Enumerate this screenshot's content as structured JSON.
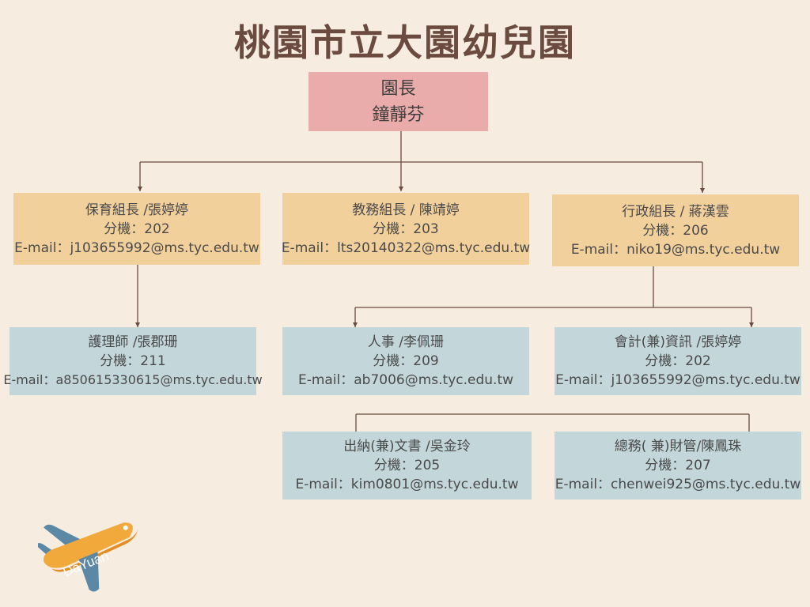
{
  "title": "桃園市立大園幼兒園",
  "director": {
    "role": "園長",
    "name": "鐘靜芬"
  },
  "managers": [
    {
      "title": "保育組長 /張婷婷",
      "ext": "分機：202",
      "email": "E-mail：j103655992@ms.tyc.edu.tw"
    },
    {
      "title": "教務組長 / 陳靖婷",
      "ext": "分機：203",
      "email": "E-mail：lts20140322@ms.tyc.edu.tw"
    },
    {
      "title": "行政組長 / 蔣漢雲",
      "ext": "分機：206",
      "email": "E-mail：niko19@ms.tyc.edu.tw"
    }
  ],
  "staff": [
    {
      "title": "護理師 /張郡珊",
      "ext": "分機：211",
      "email": "E-mail：a850615330615@ms.tyc.edu.tw"
    },
    {
      "title": "人事 /李佩珊",
      "ext": "分機：209",
      "email": "E-mail：ab7006@ms.tyc.edu.tw"
    },
    {
      "title": "會計(兼)資訊 /張婷婷",
      "ext": "分機：202",
      "email": "E-mail：j103655992@ms.tyc.edu.tw"
    },
    {
      "title": "出納(兼)文書 /吳金玲",
      "ext": "分機：205",
      "email": "E-mail：kim0801@ms.tyc.edu.tw"
    },
    {
      "title": "總務( 兼)財管/陳鳳珠",
      "ext": "分機：207",
      "email": "E-mail：chenwei925@ms.tyc.edu.tw"
    }
  ],
  "logo": {
    "text": "DaYuan",
    "icon": "airplane-logo-icon",
    "body_color": "#f2a93b",
    "wing_color": "#5b88a5"
  },
  "colors": {
    "background": "#f6ede0",
    "title": "#6b4a3f",
    "director": "#eaacaa",
    "manager": "#f1d09c",
    "staff": "#c3d6da",
    "line": "#6b4a3f"
  }
}
